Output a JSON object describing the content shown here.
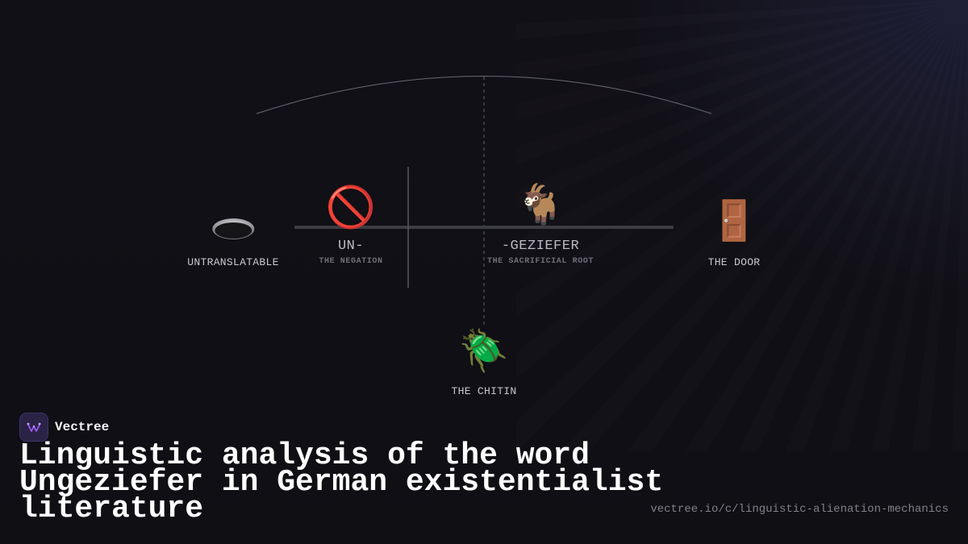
{
  "nodes": {
    "untranslatable": {
      "icon": "hole-icon",
      "label": "UNTRANSLATABLE"
    },
    "negation": {
      "icon": "prohibited-icon",
      "glyph": "🚫",
      "label": "UN-",
      "sublabel": "THE NEGATION"
    },
    "sacrificial_root": {
      "icon": "goat-icon",
      "glyph": "🐐",
      "label": "-GEZIEFER",
      "sublabel": "THE SACRIFICIAL ROOT"
    },
    "door": {
      "icon": "door-icon",
      "glyph": "🚪",
      "label": "THE DOOR"
    },
    "chitin": {
      "icon": "beetle-icon",
      "glyph": "🪲",
      "label": "THE CHITIN"
    }
  },
  "brand": {
    "name": "Vectree",
    "icon": "vectree-logo-icon"
  },
  "title": "Linguistic analysis of the word Ungeziefer in German existentialist literature",
  "url": "vectree.io/c/linguistic-alienation-mechanics",
  "colors": {
    "background": "#111016",
    "accent": "#a35cff",
    "text": "#cfcfd6"
  }
}
